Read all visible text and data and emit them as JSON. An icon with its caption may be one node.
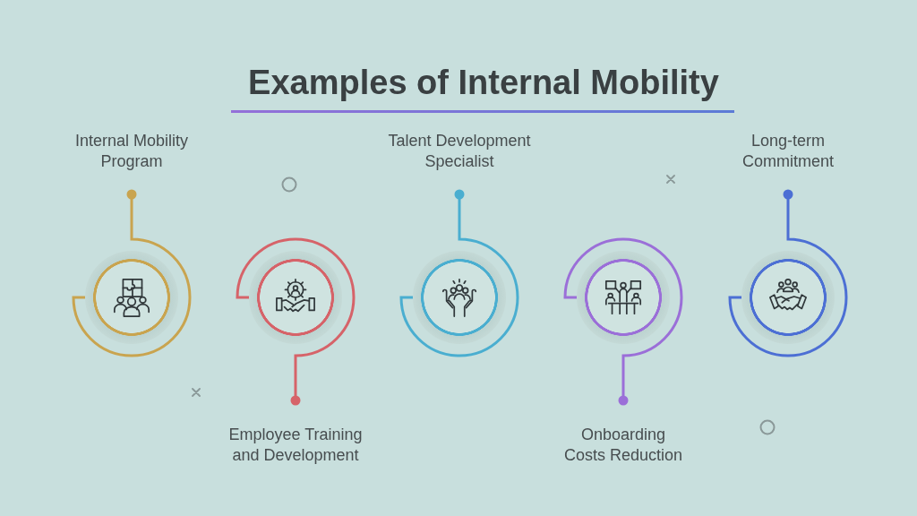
{
  "diagram": {
    "title": "Examples of Internal Mobility",
    "nodes": [
      {
        "text": [
          "Internal Mobility Program"
        ]
      },
      {
        "text": [],
        "shape": "circle"
      },
      {
        "text": [
          "Employee Training and Development"
        ]
      },
      {
        "text": [],
        "shape": "circle"
      },
      {
        "text": [
          "Talent Development Specialist"
        ]
      },
      {
        "text": [],
        "shape": "circle"
      },
      {
        "text": [
          "Onboarding Costs Reduction"
        ]
      },
      {
        "text": [],
        "shape": "circle"
      },
      {
        "text": [
          "Long-term Commitment"
        ]
      },
      {
        "text": [],
        "shape": "circle"
      }
    ],
    "edges": [
      {
        "from": 0,
        "to": 1,
        "arrow": "other",
        "color": "#c9a44f"
      },
      {
        "from": 2,
        "to": 3,
        "arrow": "other",
        "color": "#d66369"
      },
      {
        "from": 4,
        "to": 5,
        "arrow": "other",
        "color": "#4aaed0"
      },
      {
        "from": 6,
        "to": 7,
        "arrow": "other",
        "color": "#9b6fd8"
      },
      {
        "from": 8,
        "to": 9,
        "arrow": "other",
        "color": "#4c6fd4"
      }
    ]
  }
}
